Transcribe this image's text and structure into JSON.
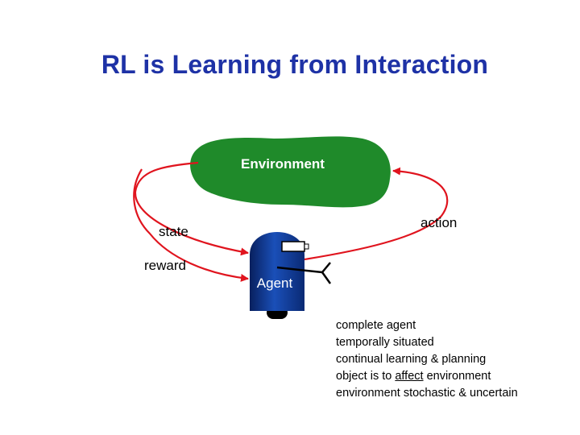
{
  "title": "RL is Learning from Interaction",
  "diagram": {
    "environment_label": "Environment",
    "agent_label": "Agent",
    "state_label": "state",
    "reward_label": "reward",
    "action_label": "action"
  },
  "colors": {
    "title": "#1e32a6",
    "environment": "#1f8a2a",
    "arrow": "#e0141e",
    "agent_body": "#1a4fb8"
  },
  "notes": {
    "line1": "complete agent",
    "line2": "temporally situated",
    "line3": "continual learning & planning",
    "line4_before": "object is to ",
    "line4_underlined": "affect",
    "line4_after": " environment",
    "line5": "environment stochastic & uncertain"
  }
}
